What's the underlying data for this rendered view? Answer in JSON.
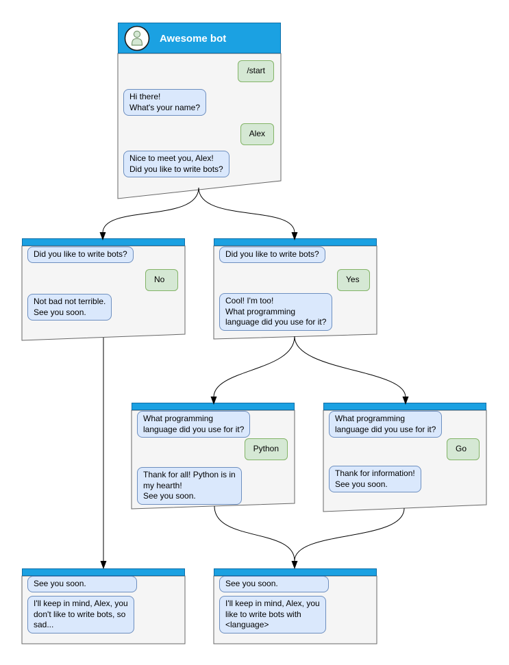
{
  "diagram_type": "chatbot-conversation-flowchart",
  "colors": {
    "header_blue": "#1ba1e2",
    "header_border": "#0d6ea8",
    "bot_bubble_fill": "#dae8fc",
    "bot_bubble_border": "#6c8ebf",
    "user_bubble_fill": "#d5e8d4",
    "user_bubble_border": "#82b366",
    "card_fill": "#f5f5f5",
    "card_border": "#666666",
    "connector": "#000000"
  },
  "icons": {
    "avatar": "bot-person-icon"
  },
  "cards": {
    "root": {
      "title": "Awesome bot",
      "messages": {
        "start": "/start",
        "greeting": "Hi there!\nWhat's your name?",
        "name": "Alex",
        "question": "Nice to meet you, Alex!\nDid you like to write bots?"
      }
    },
    "branch_no": {
      "question": "Did you like to write bots?",
      "answer": "No",
      "reply": "Not bad not terrible.\nSee you soon."
    },
    "branch_yes": {
      "question": "Did you like to write bots?",
      "answer": "Yes",
      "reply": "Cool! I'm too!\nWhat programming\nlanguage did you use for it?"
    },
    "branch_python": {
      "question": "What programming\nlanguage did you use for it?",
      "answer": "Python",
      "reply": "Thank for all! Python is in\nmy hearth!\nSee you soon."
    },
    "branch_go": {
      "question": "What programming\nlanguage did you use for it?",
      "answer": "Go",
      "reply": "Thank for information!\nSee you soon."
    },
    "end_no": {
      "question": "See you soon.",
      "reply": "I'll keep in mind, Alex, you\ndon't like to write bots, so\nsad..."
    },
    "end_yes": {
      "question": "See you soon.",
      "reply": "I'll keep in mind, Alex, you\nlike to write bots with\n<language>"
    }
  }
}
